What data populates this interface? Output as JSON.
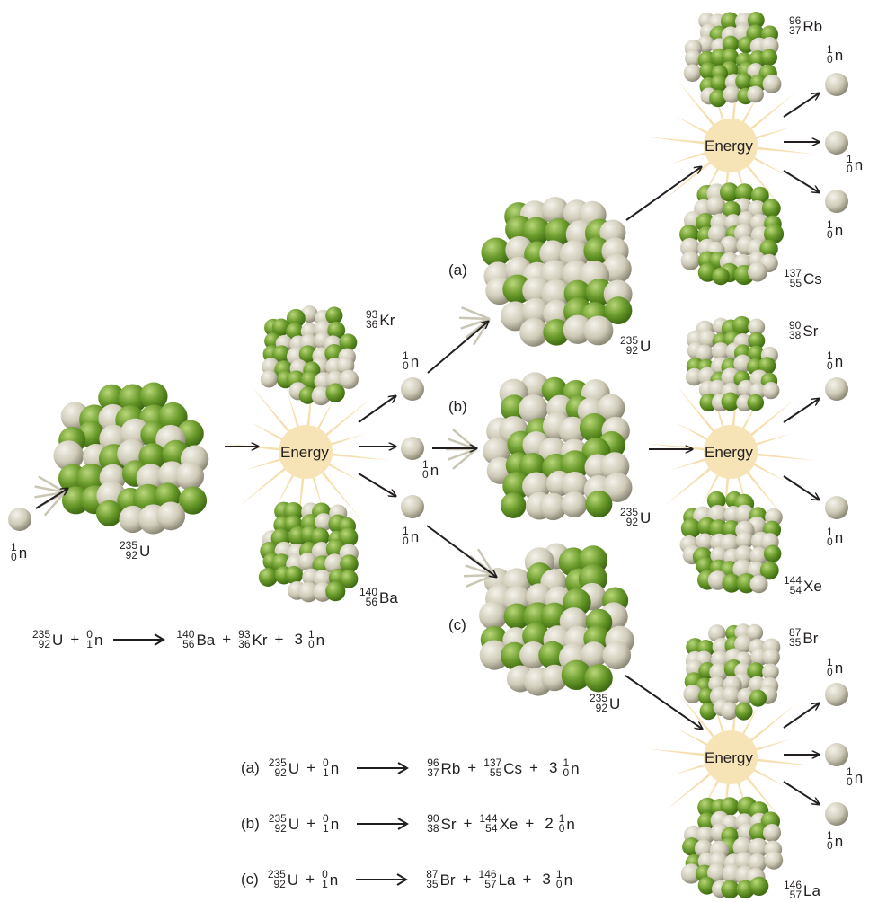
{
  "energy_label": "Energy",
  "neutron": {
    "mass": "1",
    "charge": "0",
    "symbol": "n"
  },
  "u235": {
    "mass": "235",
    "charge": "92",
    "symbol": "U"
  },
  "first_fission": {
    "products": [
      {
        "mass": "93",
        "charge": "36",
        "symbol": "Kr"
      },
      {
        "mass": "140",
        "charge": "56",
        "symbol": "Ba"
      }
    ]
  },
  "branch_labels": {
    "a": "(a)",
    "b": "(b)",
    "c": "(c)"
  },
  "branch_products": {
    "a": [
      {
        "mass": "96",
        "charge": "37",
        "symbol": "Rb"
      },
      {
        "mass": "137",
        "charge": "55",
        "symbol": "Cs"
      }
    ],
    "b": [
      {
        "mass": "90",
        "charge": "38",
        "symbol": "Sr"
      },
      {
        "mass": "144",
        "charge": "54",
        "symbol": "Xe"
      }
    ],
    "c": [
      {
        "mass": "87",
        "charge": "35",
        "symbol": "Br"
      },
      {
        "mass": "146",
        "charge": "57",
        "symbol": "La"
      }
    ]
  },
  "equations": {
    "main": {
      "reactants": [
        {
          "mass": "235",
          "charge": "92",
          "symbol": "U"
        },
        {
          "mass": "0",
          "charge": "1",
          "symbol": "n"
        }
      ],
      "products": [
        {
          "mass": "140",
          "charge": "56",
          "symbol": "Ba"
        },
        {
          "mass": "93",
          "charge": "36",
          "symbol": "Kr"
        }
      ],
      "neutron_count": "3",
      "neutron": {
        "mass": "1",
        "charge": "0",
        "symbol": "n"
      }
    },
    "a": {
      "tag": "(a)",
      "reactants": [
        {
          "mass": "235",
          "charge": "92",
          "symbol": "U"
        },
        {
          "mass": "0",
          "charge": "1",
          "symbol": "n"
        }
      ],
      "products": [
        {
          "mass": "96",
          "charge": "37",
          "symbol": "Rb"
        },
        {
          "mass": "137",
          "charge": "55",
          "symbol": "Cs"
        }
      ],
      "neutron_count": "3",
      "neutron": {
        "mass": "1",
        "charge": "0",
        "symbol": "n"
      }
    },
    "b": {
      "tag": "(b)",
      "reactants": [
        {
          "mass": "235",
          "charge": "92",
          "symbol": "U"
        },
        {
          "mass": "0",
          "charge": "1",
          "symbol": "n"
        }
      ],
      "products": [
        {
          "mass": "90",
          "charge": "38",
          "symbol": "Sr"
        },
        {
          "mass": "144",
          "charge": "54",
          "symbol": "Xe"
        }
      ],
      "neutron_count": "2",
      "neutron": {
        "mass": "1",
        "charge": "0",
        "symbol": "n"
      }
    },
    "c": {
      "tag": "(c)",
      "reactants": [
        {
          "mass": "235",
          "charge": "92",
          "symbol": "U"
        },
        {
          "mass": "0",
          "charge": "1",
          "symbol": "n"
        }
      ],
      "products": [
        {
          "mass": "87",
          "charge": "35",
          "symbol": "Br"
        },
        {
          "mass": "146",
          "charge": "57",
          "symbol": "La"
        }
      ],
      "neutron_count": "3",
      "neutron": {
        "mass": "1",
        "charge": "0",
        "symbol": "n"
      }
    }
  },
  "colors": {
    "proton_green": "#6a9a2a",
    "neutron_gray": "#cfcbb8",
    "burst": "#f3d9a0",
    "arrow": "#231f20"
  }
}
